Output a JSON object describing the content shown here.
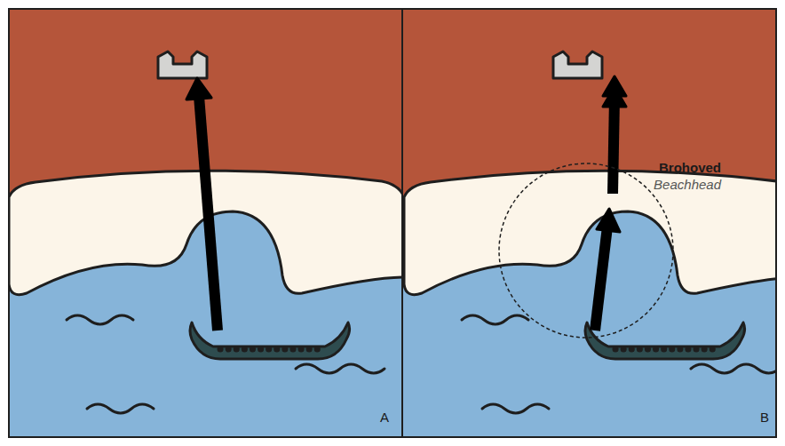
{
  "diagram": {
    "labels": [
      "A",
      "Brohoved",
      "Beachhead",
      "B"
    ]
  }
}
